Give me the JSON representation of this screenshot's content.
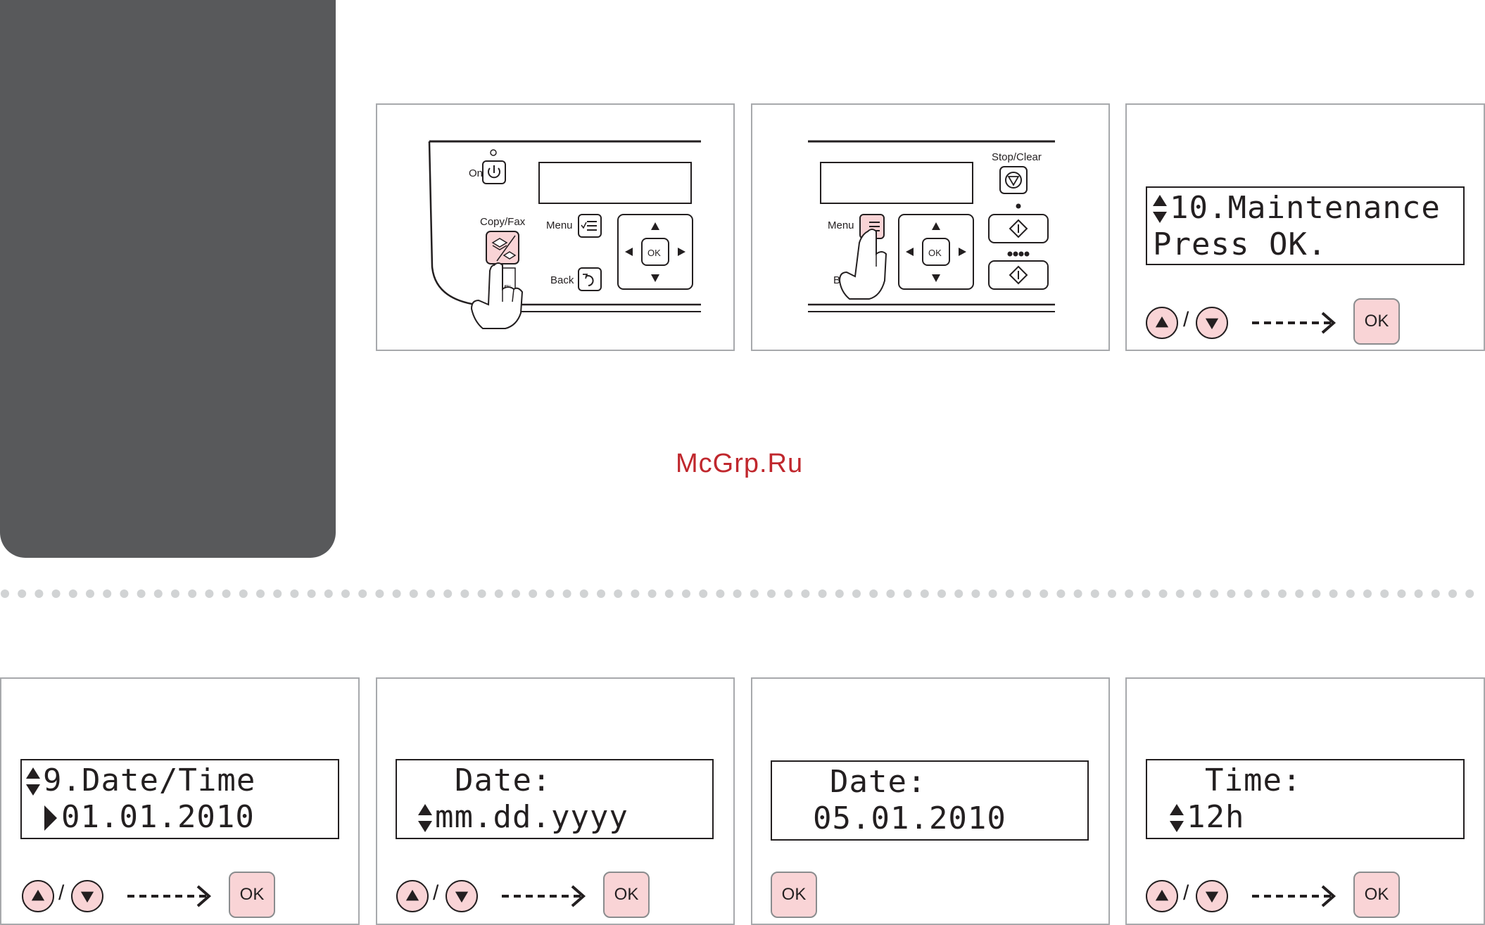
{
  "watermark": "McGrp.Ru",
  "colors": {
    "sidebar": "#58595b",
    "button_fill": "#f9d4d6",
    "border": "#a7a9ac",
    "watermark": "#c0272d"
  },
  "panel1": {
    "on_label": "On",
    "copyfax_label": "Copy/Fax",
    "menu_label": "Menu",
    "back_label": "Back",
    "ok_label": "OK",
    "wifi_fragment": "Fi"
  },
  "panel2": {
    "stop_label": "Stop/Clear",
    "menu_label": "Menu",
    "back_fragment": "Ba",
    "ok_label": "OK"
  },
  "panel3": {
    "lcd_line1": "10.Maintenance",
    "lcd_line2": "Press OK.",
    "ok_label": "OK"
  },
  "panel4": {
    "lcd_line1": "9.Date/Time",
    "lcd_line2": "01.01.2010",
    "ok_label": "OK"
  },
  "panel5": {
    "lcd_line1": "Date:",
    "lcd_line2": "mm.dd.yyyy",
    "ok_label": "OK"
  },
  "panel6": {
    "lcd_line1": "Date:",
    "lcd_line2": "05.01.2010",
    "ok_label": "OK"
  },
  "panel7": {
    "lcd_line1": "Time:",
    "lcd_line2": "12h",
    "ok_label": "OK"
  },
  "icons": [
    "power-icon",
    "copy-fax-icon",
    "menu-list-icon",
    "back-icon",
    "stop-icon",
    "start-icon",
    "up-arrow-icon",
    "down-arrow-icon",
    "pointing-hand-icon",
    "dashed-arrow-icon"
  ]
}
